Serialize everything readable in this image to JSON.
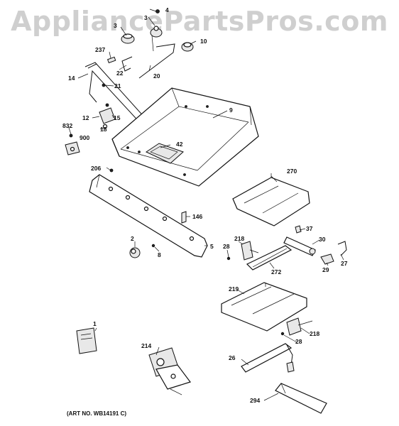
{
  "watermark": "AppliancePartsPros.com",
  "art_number": "(ART NO. WB14191 C)",
  "callouts": {
    "c4": "4",
    "c3a": "3",
    "c3b": "3",
    "c10": "10",
    "c237": "237",
    "c22": "22",
    "c20": "20",
    "c14": "14",
    "c21": "21",
    "c9": "9",
    "c12": "12",
    "c15": "15",
    "c18": "18",
    "c832": "832",
    "c900": "900",
    "c42": "42",
    "c206": "206",
    "c270": "270",
    "c146": "146",
    "c37": "37",
    "c218a": "218",
    "c30": "30",
    "c2": "2",
    "c5": "5",
    "c28a": "28",
    "c8": "8",
    "c29": "29",
    "c27": "27",
    "c272": "272",
    "c219": "219",
    "c1": "1",
    "c218b": "218",
    "c214": "214",
    "c28b": "28",
    "c26": "26",
    "c294": "294"
  }
}
